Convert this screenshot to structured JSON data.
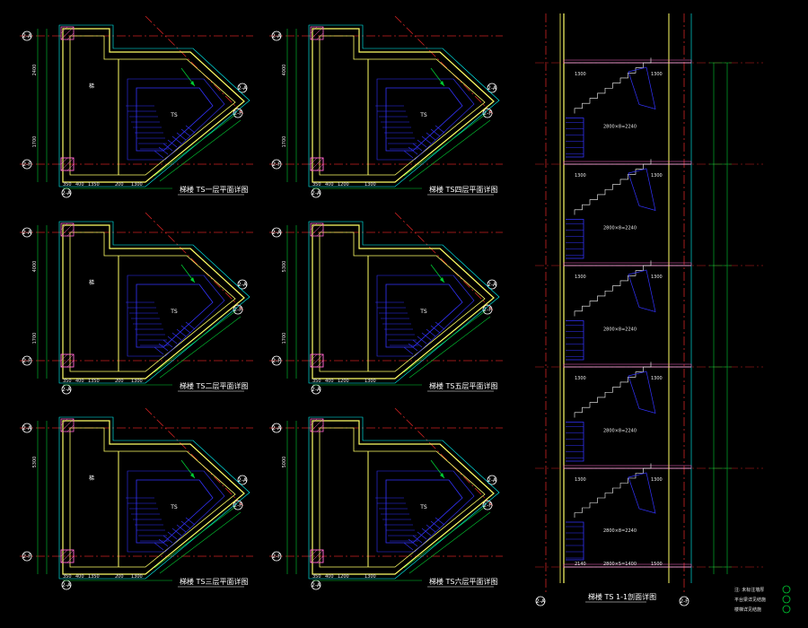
{
  "colors": {
    "background": "#000000",
    "wall": "#ffff66",
    "stair": "#3333ff",
    "dimension": "#00cc33",
    "axis_line": "#cc2222",
    "outline": "#00ffff",
    "text": "#ffffff",
    "hatch": "#ff66cc"
  },
  "plans": [
    {
      "title": "梯楼 TS一层平面详图",
      "axis_top": "2-A",
      "axis_bottom": "2-F",
      "dims_bottom": [
        "350",
        "400",
        "1350",
        "200",
        "1300"
      ],
      "dims_left": [
        "2400",
        "1700"
      ],
      "room": "梯",
      "stair": "TS"
    },
    {
      "title": "梯楼 TS四层平面详图",
      "axis_top": "2-A",
      "axis_bottom": "2-F",
      "dims_bottom": [
        "350",
        "400",
        "1200",
        "1300"
      ],
      "dims_left": [
        "4000",
        "1700"
      ],
      "room": "",
      "stair": "TS"
    },
    {
      "title": "梯楼 TS二层平面详图",
      "axis_top": "2-A",
      "axis_bottom": "2-F",
      "dims_bottom": [
        "350",
        "400",
        "1350",
        "200",
        "1300"
      ],
      "dims_left": [
        "4000",
        "1700"
      ],
      "room": "梯",
      "stair": "TS"
    },
    {
      "title": "梯楼 TS五层平面详图",
      "axis_top": "2-A",
      "axis_bottom": "2-F",
      "dims_bottom": [
        "350",
        "400",
        "1200",
        "1300"
      ],
      "dims_left": [
        "5300",
        "1700"
      ],
      "room": "",
      "stair": "TS"
    },
    {
      "title": "梯楼 TS三层平面详图",
      "axis_top": "2-A",
      "axis_bottom": "2-F",
      "dims_bottom": [
        "350",
        "400",
        "1350",
        "200",
        "1300"
      ],
      "dims_left": [
        "5300"
      ],
      "room": "梯",
      "stair": "TS"
    },
    {
      "title": "梯楼 TS六层平面详图",
      "axis_top": "2-A",
      "axis_bottom": "2-F",
      "dims_bottom": [
        "350",
        "400",
        "1200",
        "1300"
      ],
      "dims_left": [
        "5000"
      ],
      "room": "",
      "stair": "TS"
    }
  ],
  "section": {
    "title": "梯楼 TS 1-1剖面详图",
    "axis_left": "2-A",
    "axis_right": "2-F",
    "run_dims": [
      "1300",
      "2800×8=2240",
      "1300"
    ],
    "bottom_dims": [
      "2140",
      "2800×5=1400",
      "1500"
    ],
    "legend": [
      "注: 未标注墙厚",
      "平台梁详见结施",
      "楼梯详见结施"
    ]
  }
}
